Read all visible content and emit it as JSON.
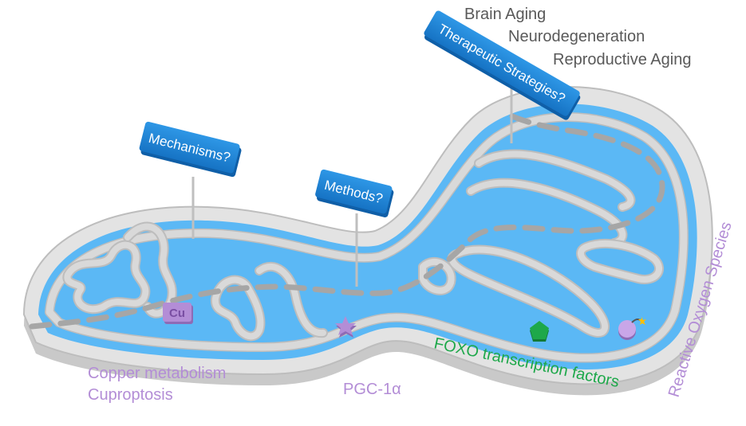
{
  "signs": {
    "mechanisms": "Mechanisms?",
    "methods": "Methods?",
    "therapeutic": "Therapeutic Strategies?"
  },
  "outcomes": {
    "brain_aging": "Brain Aging",
    "neurodegeneration": "Neurodegeneration",
    "reproductive_aging": "Reproductive Aging"
  },
  "captions": {
    "copper_metabolism": "Copper metabolism",
    "cuproptosis": "Cuproptosis",
    "pgc1a": "PGC-1α",
    "foxo": "FOXO transcription factors",
    "ros": "Reactive Oxygen Species"
  },
  "markers": {
    "cu_symbol": "Cu"
  },
  "colors": {
    "matrix": "#5bb8f5",
    "membrane": "#d9d9d9",
    "sign": "#1f86d6",
    "purple": "#b38dd6",
    "green": "#1ea84a",
    "gray_text": "#595959"
  },
  "icons": {
    "pgc1a": "star-icon",
    "foxo": "pentagon-icon",
    "ros": "bomb-icon"
  }
}
